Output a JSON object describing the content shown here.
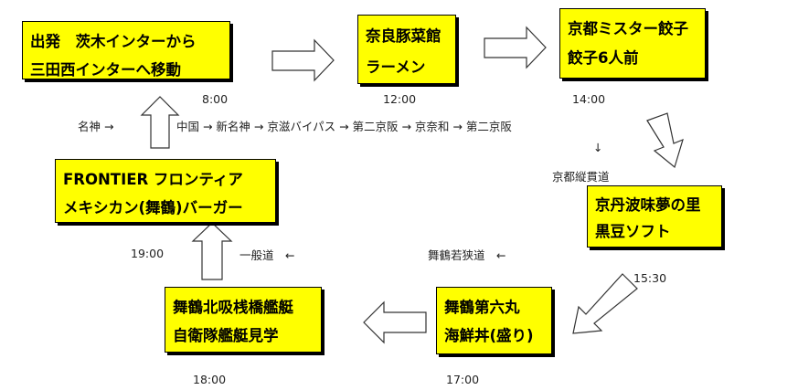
{
  "boxes": {
    "depart": {
      "line1": "出発　茨木インターから",
      "line2": "三田西インターへ移動"
    },
    "nara": {
      "line1": "奈良豚菜館",
      "line2": "ラーメン"
    },
    "kyoto_mister": {
      "line1": "京都ミスター餃子",
      "line2": "餃子6人前"
    },
    "kyotanba": {
      "line1": "京丹波味夢の里",
      "line2": "黒豆ソフト"
    },
    "maizuru6": {
      "line1": "舞鶴第六丸",
      "line2": "海鮮丼(盛り)"
    },
    "maizuru_kita": {
      "line1": "舞鶴北吸桟橋艦艇",
      "line2": "自衛隊艦艇見学"
    },
    "frontier": {
      "line1": "FRONTIER フロンティア",
      "line2": "メキシカン(舞鶴)バーガー"
    }
  },
  "times": {
    "t0800": "8:00",
    "t1200": "12:00",
    "t1400": "14:00",
    "t1530": "15:30",
    "t1700": "17:00",
    "t1800": "18:00",
    "t1900": "19:00"
  },
  "routes": {
    "meishin": "名神 →",
    "main": "中国 → 新名神 → 京滋バイパス → 第二京阪 → 京奈和 → 第二京阪",
    "down_arrow": "↓",
    "kyoto_jukan": "京都縦貫道",
    "maizuru_wakasa": "舞鶴若狭道　←",
    "ippando": "一般道　←"
  }
}
